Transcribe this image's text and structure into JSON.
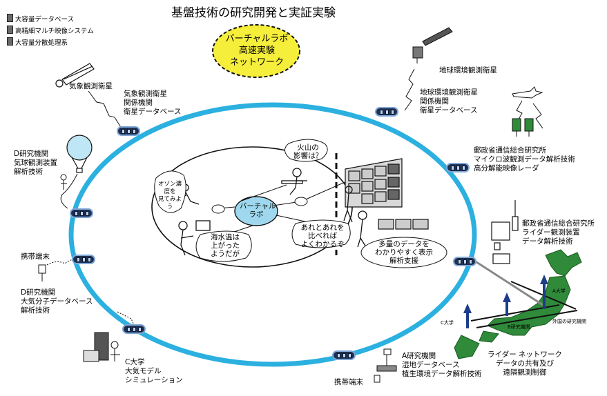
{
  "title": "基盤技術の研究開発と実証実験",
  "legend": [
    "大容量データベース",
    "高精細マルチ映像システム",
    "大容量分散処理系"
  ],
  "badge": {
    "line1": "バーチャルラボ",
    "line2": "高速実験",
    "line3": "ネットワーク"
  },
  "labels": {
    "weather_sat": "気象観測衛星",
    "weather_group": [
      "気象観測衛星",
      "関係機関",
      "衛星データベース"
    ],
    "earth_sat": "地球環境観測衛星",
    "earth_group": [
      "地球環境観測衛星",
      "関係機関",
      "衛星データベース"
    ],
    "crl_microwave": [
      "郵政省通信総合研究所",
      "マイクロ波観測データ解析技術",
      "高分解能映像レーダ"
    ],
    "crl_lidar": [
      "郵政省通信総合研究所",
      "ライダー観測装置",
      "データ解析技術"
    ],
    "d_balloon": [
      "D研究機関",
      "気球観測装置",
      "解析技術"
    ],
    "mobile_left": "携帯端末",
    "d_molecule": [
      "D研究機関",
      "大気分子データベース",
      "解析技術"
    ],
    "c_univ": [
      "C大学",
      "大気モデル",
      "シミュレーション"
    ],
    "mobile_bottom": "携帯端末",
    "a_inst": [
      "A研究機関",
      "湿地データベース",
      "植生環境データ解析技術"
    ],
    "lidar_network": [
      "ライダー ネットワーク",
      "データの共有及び",
      "遠隔観測制御"
    ]
  },
  "inner": {
    "virtual_lab": [
      "バーチャル",
      "ラボ"
    ],
    "volcano": [
      "火山の",
      "影響は？"
    ],
    "ozone": [
      "オゾン濃度を",
      "見てみよう"
    ],
    "sea_temp": [
      "海水温は",
      "上がった",
      "ようだが"
    ],
    "compare": [
      "あれとあれを",
      "比べれば",
      "よくわかるぞ"
    ],
    "multi_data": [
      "多量のデータを",
      "わかりやすく表示",
      "解析支援"
    ]
  },
  "map": {
    "a_univ": "A大学",
    "c_univ_short": "C大学",
    "b_inst": "B研究機関",
    "foreign": "外国の研究機関"
  },
  "colors": {
    "ring": "#2bb0e0",
    "node_fill": "#20304f",
    "badge_fill": "#f5ee3b",
    "lab_fill": "#9fd8ee",
    "map_land": "#2f8a3a"
  }
}
